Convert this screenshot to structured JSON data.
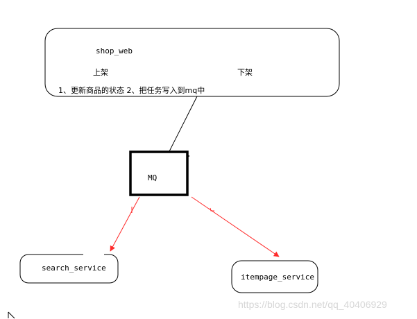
{
  "diagram": {
    "shop_web": {
      "title": "shop_web",
      "shelf_on": "上架",
      "shelf_off": "下架",
      "steps": "1、更新商品的状态   2、把任务写入到mq中"
    },
    "mq": {
      "label": "MQ"
    },
    "search_service": {
      "label": "search_service"
    },
    "itempage_service": {
      "label": "itempage_service"
    },
    "colors": {
      "stroke": "#000000",
      "arrow": "#ff2a2a",
      "watermark": "#d6d6d6"
    }
  },
  "watermark": "https://blog.csdn.net/qq_40406929"
}
